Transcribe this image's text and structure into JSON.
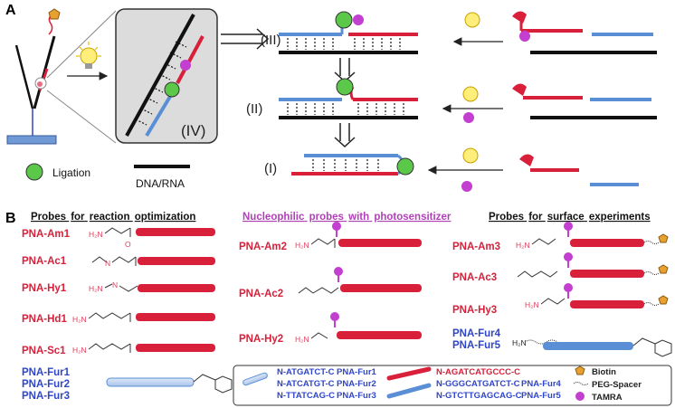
{
  "panels": {
    "a_label": "A",
    "b_label": "B"
  },
  "panel_a": {
    "roman": [
      "(III)",
      "(II)",
      "(I)",
      "(IV)"
    ],
    "legend": {
      "ligation": "Ligation",
      "dna_rna": "DNA/RNA"
    }
  },
  "panel_b": {
    "headers": {
      "left": [
        "Probes",
        "for",
        "reaction",
        "optimization"
      ],
      "middle": [
        "Nucleophilic",
        "probes",
        "with",
        "photosensitizer"
      ],
      "right": [
        "Probes",
        "for",
        "surface",
        "experiments"
      ]
    },
    "left_probes": [
      "PNA-Am1",
      "PNA-Ac1",
      "PNA-Hy1",
      "PNA-Hd1",
      "PNA-Sc1"
    ],
    "left_fur": [
      "PNA-Fur1",
      "PNA-Fur2",
      "PNA-Fur3"
    ],
    "middle_probes": [
      "PNA-Am2",
      "PNA-Ac2",
      "PNA-Hy2"
    ],
    "right_probes": [
      "PNA-Am3",
      "PNA-Ac3",
      "PNA-Hy3"
    ],
    "right_fur": [
      "PNA-Fur4",
      "PNA-Fur5"
    ],
    "chem": {
      "h2n": "H₂N",
      "h2n_alt": "H₂N",
      "n": "N",
      "h": "H",
      "o": "O",
      "h2n_label": "H2N"
    }
  },
  "legend_box": {
    "seq_light": [
      "N-ATGATCT-C",
      "N-ATCATGT-C",
      "N-TTATCAG-C"
    ],
    "seq_light_names": [
      "PNA-Fur1",
      "PNA-Fur2",
      "PNA-Fur3"
    ],
    "seq_red": "N-AGATCATGCCC-C",
    "seq_blue": [
      "N-GGGCATGATCT-C",
      "N-GTCTTGAGCAG-C"
    ],
    "seq_blue_names": [
      "PNA-Fur4",
      "PNA-Fur5"
    ],
    "key": [
      "Biotin",
      "PEG-Spacer",
      "TAMRA"
    ]
  },
  "colors": {
    "red": "#d8203a",
    "blue": "#2f46c7",
    "light_blue": "#5a8fd6",
    "green": "#5cc84a",
    "magenta": "#c23fcf",
    "biotin": "#e0b030"
  }
}
